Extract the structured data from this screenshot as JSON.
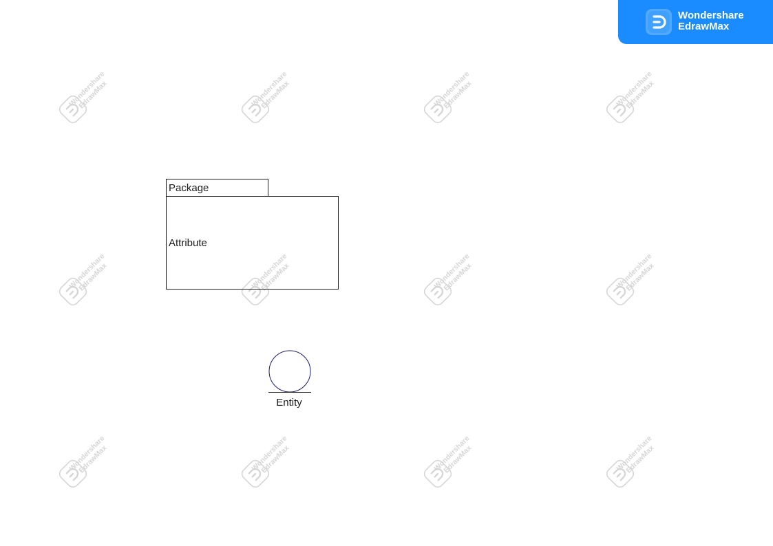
{
  "brand": {
    "line1": "Wondershare",
    "line2": "EdrawMax",
    "color": "#1a8cff",
    "logo_icon": "edrawmax-logo-icon"
  },
  "watermark": {
    "line1": "Wondershare",
    "line2": "EdrawMax",
    "icon": "edrawmax-watermark-icon",
    "color": "#d9d9d9"
  },
  "diagram": {
    "package": {
      "tab_label": "Package",
      "body_label": "Attribute"
    },
    "entity": {
      "label": "Entity",
      "stroke_color": "#1a1a6e"
    }
  }
}
